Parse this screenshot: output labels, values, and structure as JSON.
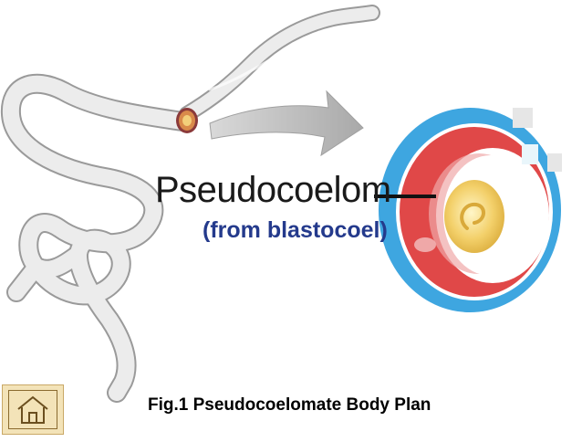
{
  "diagram": {
    "label_main": "Pseudocoelom",
    "label_sub": "(from blastocoel)",
    "caption": "Fig.1 Pseudocoelomate Body Plan"
  },
  "nav": {
    "home_icon": "home-icon"
  },
  "colors": {
    "ectoderm": "#3ea6e0",
    "mesoderm": "#e04848",
    "gut": "#f0c855",
    "worm": "#e9e9e9",
    "arrow": "#b5b5b5",
    "sub_label": "#243a8c"
  }
}
